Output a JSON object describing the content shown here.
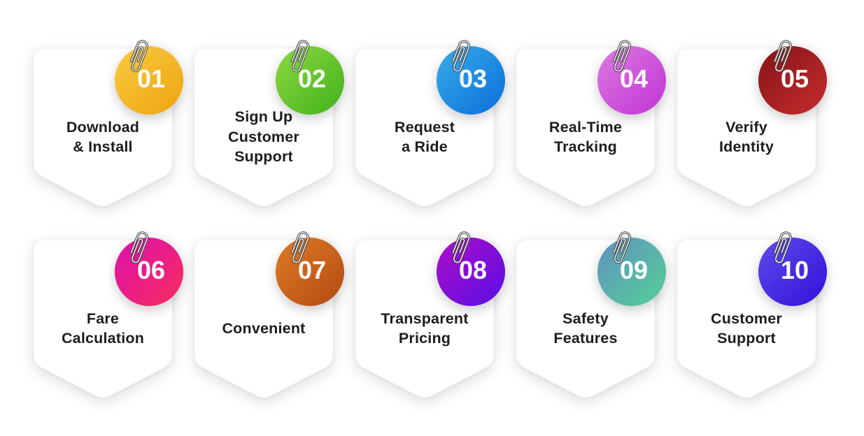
{
  "page": {
    "background_color": "#ffffff",
    "text_color": "#1d1d1d"
  },
  "cards": [
    {
      "number": "01",
      "label": "Download\n& Install",
      "color_start": "#f8cb42",
      "color_end": "#eea30f"
    },
    {
      "number": "02",
      "label": "Sign Up\nCustomer\nSupport",
      "color_start": "#90d741",
      "color_end": "#3fb21b"
    },
    {
      "number": "03",
      "label": "Request\na Ride",
      "color_start": "#38ace8",
      "color_end": "#0a6fda"
    },
    {
      "number": "04",
      "label": "Real-Time\nTracking",
      "color_start": "#da7be0",
      "color_end": "#c233d5"
    },
    {
      "number": "05",
      "label": "Verify\nIdentity",
      "color_start": "#841517",
      "color_end": "#c62b2e"
    },
    {
      "number": "06",
      "label": "Fare\nCalculation",
      "color_start": "#dc10ae",
      "color_end": "#f92d5c"
    },
    {
      "number": "07",
      "label": "Convenient",
      "color_start": "#e07a25",
      "color_end": "#b24b13"
    },
    {
      "number": "08",
      "label": "Transparent\nPricing",
      "color_start": "#ab0fc6",
      "color_end": "#5a0ee5"
    },
    {
      "number": "09",
      "label": "Safety\nFeatures",
      "color_start": "#6191c2",
      "color_end": "#54d095"
    },
    {
      "number": "10",
      "label": "Customer\nSupport",
      "color_start": "#5e4bec",
      "color_end": "#3110d8"
    }
  ]
}
